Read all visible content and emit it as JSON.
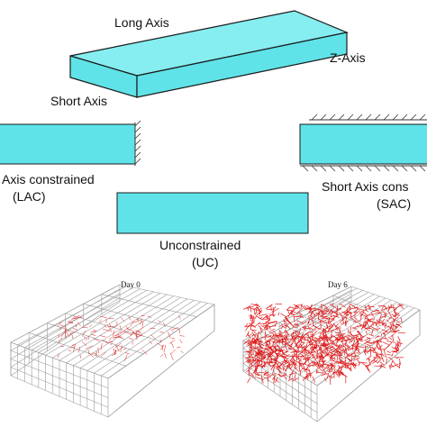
{
  "colors": {
    "box_fill": "#5fe3e8",
    "box_top": "#86edf0",
    "box_stroke": "#1a1a1a",
    "grid": "#9a9a9a",
    "mesh": "#e01818",
    "hatch": "#333333"
  },
  "top_diagram": {
    "label_long_axis": "Long Axis",
    "label_z_axis": "Z-Axis",
    "label_short_axis": "Short Axis"
  },
  "conditions": {
    "lac": {
      "name": "Axis constrained",
      "abbr": "(LAC)"
    },
    "sac": {
      "name": "Short Axis cons",
      "abbr": "(SAC)"
    },
    "uc": {
      "name": "Unconstrained",
      "abbr": "(UC)"
    }
  },
  "panels": {
    "day0": {
      "title": "Day 0"
    },
    "day6": {
      "title": "Day 6"
    }
  }
}
